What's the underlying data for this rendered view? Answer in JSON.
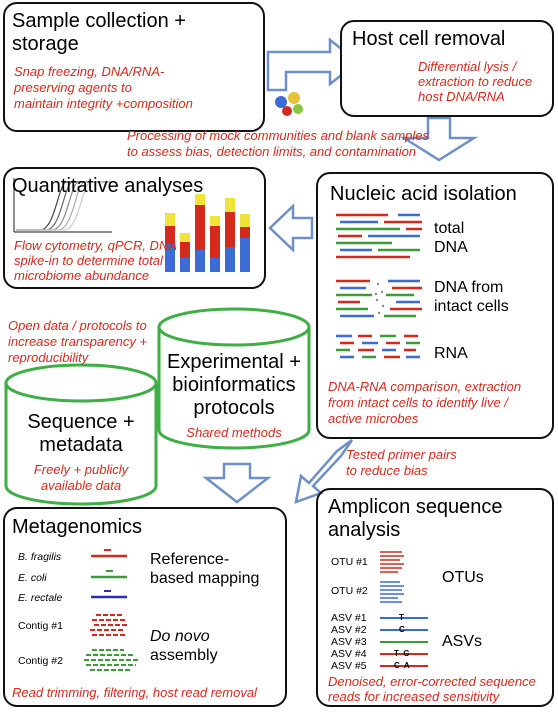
{
  "sample": {
    "title_line1": "Sample collection +",
    "title_line2": "storage",
    "desc_line1": "Snap freezing, DNA/RNA-",
    "desc_line2": "preserving agents to",
    "desc_line3": "maintain integrity +composition"
  },
  "host": {
    "title": "Host cell removal",
    "desc_line1": "Differential lysis /",
    "desc_line2": "extraction to reduce",
    "desc_line3": "host DNA/RNA"
  },
  "processing": {
    "line1": "Processing of mock communities and blank samples",
    "line2": "to assess bias, detection limits, and contamination"
  },
  "quant": {
    "title": "Quantitative analyses",
    "desc_line1": "Flow cytometry, qPCR, DNA",
    "desc_line2": "spike-in to determine total",
    "desc_line3": "microbiome abundance"
  },
  "nucleic": {
    "title": "Nucleic acid isolation",
    "total_line1": "total",
    "total_line2": "DNA",
    "intact_line1": "DNA from",
    "intact_line2": "intact cells",
    "rna": "RNA",
    "desc_line1": "DNA-RNA comparison, extraction",
    "desc_line2": "from intact cells to identify live /",
    "desc_line3": "active microbes"
  },
  "open_data": {
    "line1": "Open data / protocols to",
    "line2": "increase transparency +",
    "line3": "reproducibility"
  },
  "protocols": {
    "line1": "Experimental +",
    "line2": "bioinformatics",
    "line3": "protocols",
    "sub": "Shared methods"
  },
  "sequence": {
    "line1": "Sequence +",
    "line2": "metadata",
    "sub_line1": "Freely + publicly",
    "sub_line2": "available data"
  },
  "primer": {
    "line1": "Tested primer pairs",
    "line2": "to reduce bias"
  },
  "meta": {
    "title": "Metagenomics",
    "sp1": "B. fragilis",
    "sp2": "E. coli",
    "sp3": "E. rectale",
    "ref_line1": "Reference-",
    "ref_line2": "based mapping",
    "contig1": "Contig #1",
    "contig2": "Contig #2",
    "novo_line1": "Do novo",
    "novo_line2": "assembly",
    "desc": "Read trimming, filtering, host read removal"
  },
  "amplicon": {
    "title_line1": "Amplicon sequence",
    "title_line2": "analysis",
    "otu1": "OTU #1",
    "otu2": "OTU #2",
    "otus": "OTUs",
    "asv1": "ASV #1",
    "asv2": "ASV #2",
    "asv3": "ASV #3",
    "asv4": "ASV #4",
    "asv5": "ASV #5",
    "asvs": "ASVs",
    "snp_t": "T",
    "snp_c": "C",
    "snp_tg": "T  G",
    "snp_ca": "C  A",
    "desc_line1": "Denoised, error-corrected sequence",
    "desc_line2": "reads for increased sensitivity"
  },
  "colors": {
    "red": "#d42a1e",
    "green_cyl": "#3eae45",
    "arrow": "#6e8fc7"
  }
}
